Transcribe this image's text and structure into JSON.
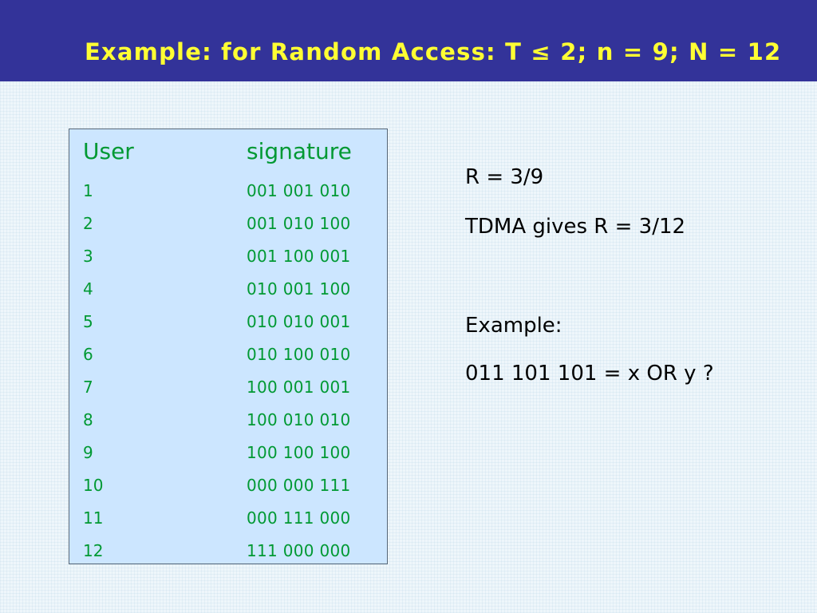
{
  "title": "Example: for Random Access: T ≤ 2; n = 9; N = 12",
  "table": {
    "headers": {
      "user": "User",
      "signature": "signature"
    },
    "rows": [
      {
        "user": "1",
        "signature": "001 001 010"
      },
      {
        "user": "2",
        "signature": "001 010 100"
      },
      {
        "user": "3",
        "signature": "001 100 001"
      },
      {
        "user": "4",
        "signature": "010 001 100"
      },
      {
        "user": "5",
        "signature": "010 010 001"
      },
      {
        "user": "6",
        "signature": "010 100 010"
      },
      {
        "user": "7",
        "signature": "100 001 001"
      },
      {
        "user": "8",
        "signature": "100 010 010"
      },
      {
        "user": "9",
        "signature": "100 100 100"
      },
      {
        "user": "10",
        "signature": "000 000 111"
      },
      {
        "user": "11",
        "signature": "000 111 000"
      },
      {
        "user": "12",
        "signature": "111 000 000"
      }
    ]
  },
  "notes": {
    "rate": "R = 3/9",
    "tdma": "TDMA gives  R = 3/12",
    "example_label": "Example:",
    "example_expr": "011 101 101 =  x OR y ?"
  },
  "colors": {
    "title_bar": "#333399",
    "title_text": "#ffff33",
    "table_bg": "#cce6ff",
    "table_text": "#009933",
    "body_text": "#000000"
  }
}
